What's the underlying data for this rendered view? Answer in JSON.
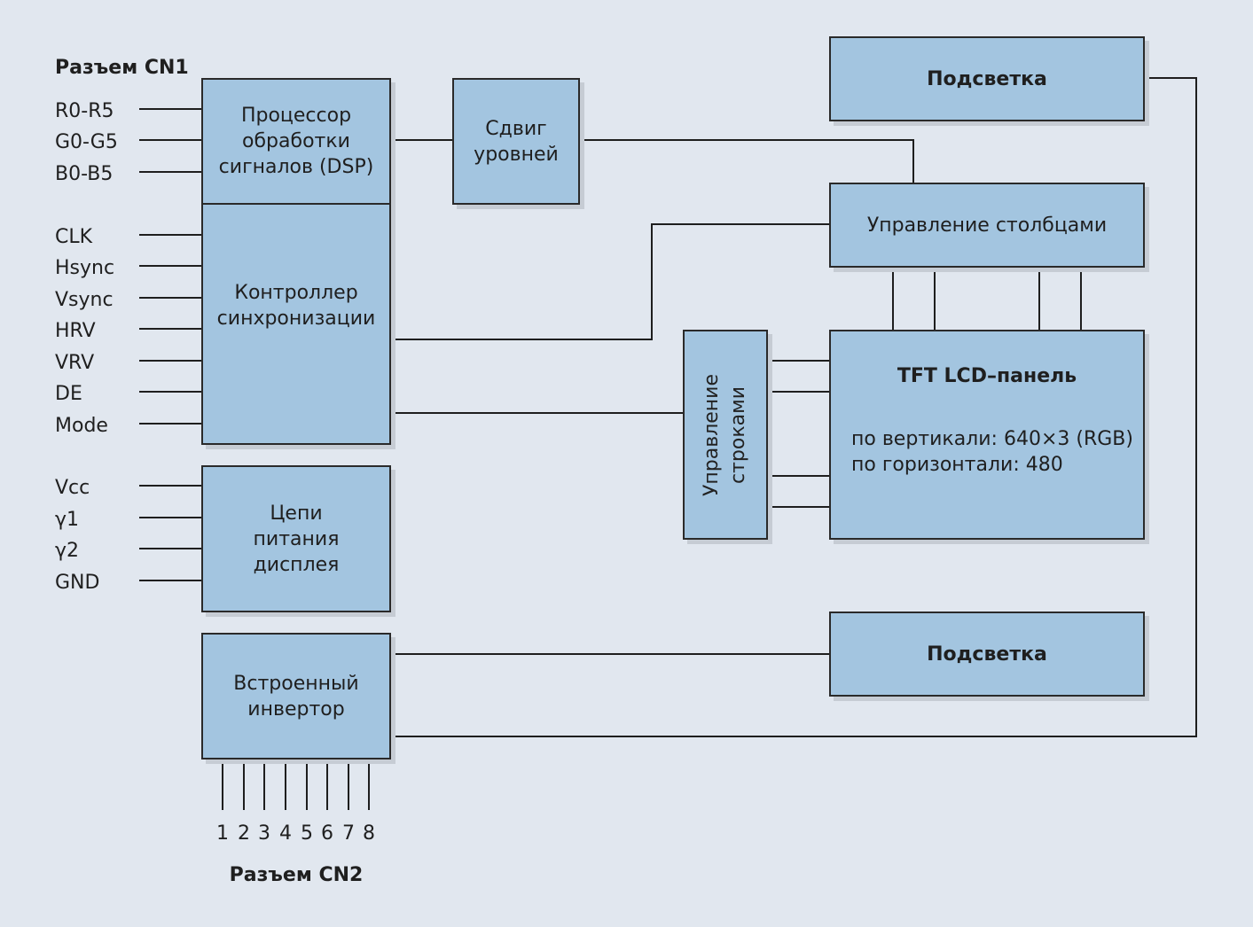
{
  "connector_cn1": {
    "title": "Разъем CN1",
    "pins": [
      "R0-R5",
      "G0-G5",
      "B0-B5",
      "CLK",
      "Hsync",
      "Vsync",
      "HRV",
      "VRV",
      "DE",
      "Mode",
      "Vcc",
      "γ1",
      "γ2",
      "GND"
    ]
  },
  "connector_cn2": {
    "title": "Разъем CN2",
    "pins": [
      "1",
      "2",
      "3",
      "4",
      "5",
      "6",
      "7",
      "8"
    ]
  },
  "blocks": {
    "dsp": "Процессор\nобработки\nсигналов (DSP)",
    "sync": "Контроллер\nсинхронизации",
    "power": "Цепи\nпитания\nдисплея",
    "inverter": "Встроенный\nинвертор",
    "level_shift": "Сдвиг\nуровней",
    "column_ctrl": "Управление столбцами",
    "row_ctrl": "Управление\nстроками",
    "backlight_top": "Подсветка",
    "backlight_bottom": "Подсветка",
    "panel": {
      "title": "TFT LCD–панель",
      "line1": "по вертикали: 640×3 (RGB)",
      "line2": "по горизонтали: 480"
    }
  },
  "colors": {
    "background": "#e1e7ef",
    "block_fill": "#a3c5e0",
    "line": "#1e1e1e"
  }
}
